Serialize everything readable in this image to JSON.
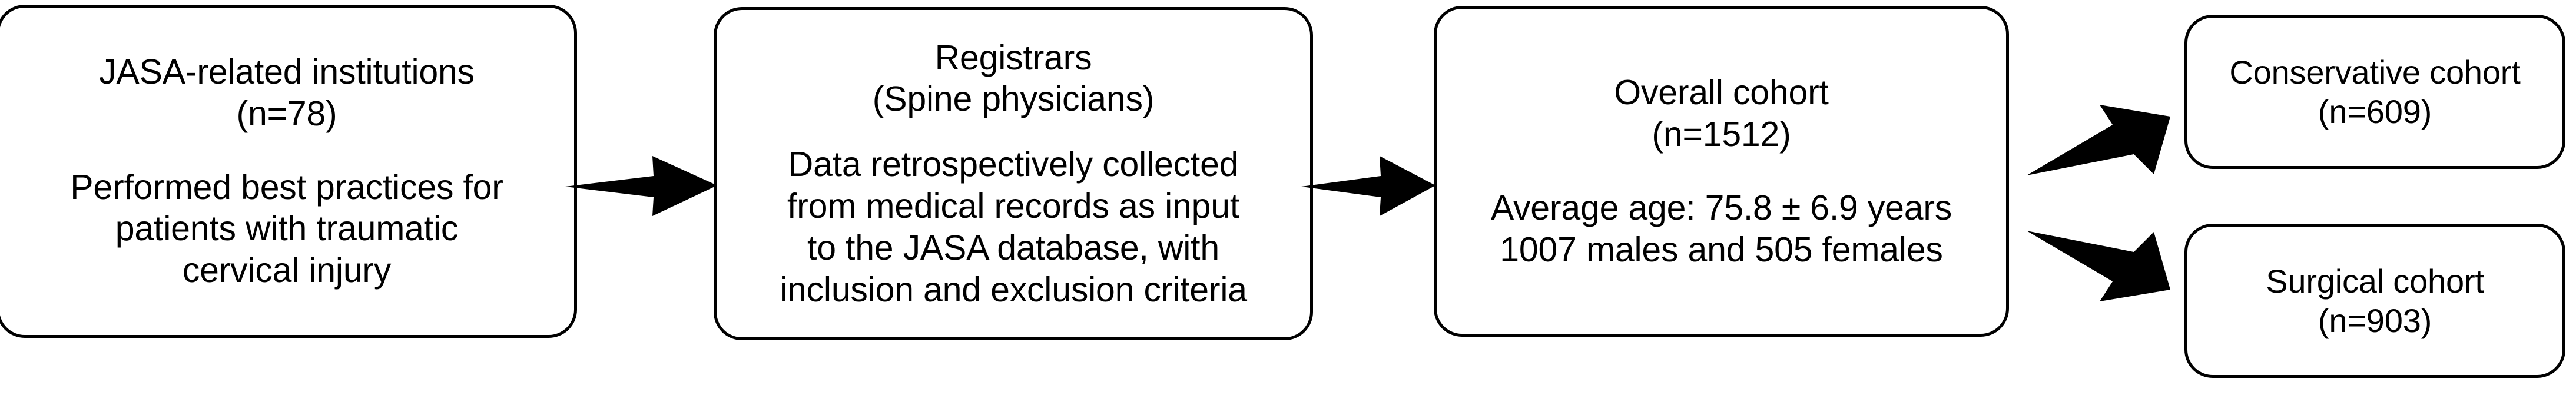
{
  "diagram": {
    "title": "JASA cervical injury study cohort flow diagram",
    "background_color": "#ffffff",
    "stroke_color": "#000000",
    "nodes": [
      {
        "id": "institutions",
        "heading": "JASA-related institutions\n(n=78)",
        "body": "Performed best practices for\npatients with traumatic\ncervical injury"
      },
      {
        "id": "registrars",
        "heading": "Registrars\n(Spine physicians)",
        "body": "Data retrospectively collected\nfrom medical records as input\nto the JASA database, with\ninclusion and exclusion criteria"
      },
      {
        "id": "overall",
        "heading": "Overall cohort\n(n=1512)",
        "body": "Average age: 75.8 ± 6.9 years\n1007 males and 505 females"
      },
      {
        "id": "conservative",
        "heading": "Conservative cohort\n(n=609)",
        "body": ""
      },
      {
        "id": "surgical",
        "heading": "Surgical cohort\n(n=903)",
        "body": ""
      }
    ],
    "arrows": [
      {
        "id": "institutions-to-registrars",
        "from": "institutions",
        "to": "registrars",
        "direction": "right"
      },
      {
        "id": "registrars-to-overall",
        "from": "registrars",
        "to": "overall",
        "direction": "right"
      },
      {
        "id": "overall-to-conservative",
        "from": "overall",
        "to": "conservative",
        "direction": "up-right"
      },
      {
        "id": "overall-to-surgical",
        "from": "overall",
        "to": "surgical",
        "direction": "down-right"
      }
    ],
    "counts": {
      "institutions_n": 78,
      "overall_n": 1512,
      "conservative_n": 609,
      "surgical_n": 903,
      "males": 1007,
      "females": 505,
      "average_age": "75.8 ± 6.9 years"
    }
  }
}
